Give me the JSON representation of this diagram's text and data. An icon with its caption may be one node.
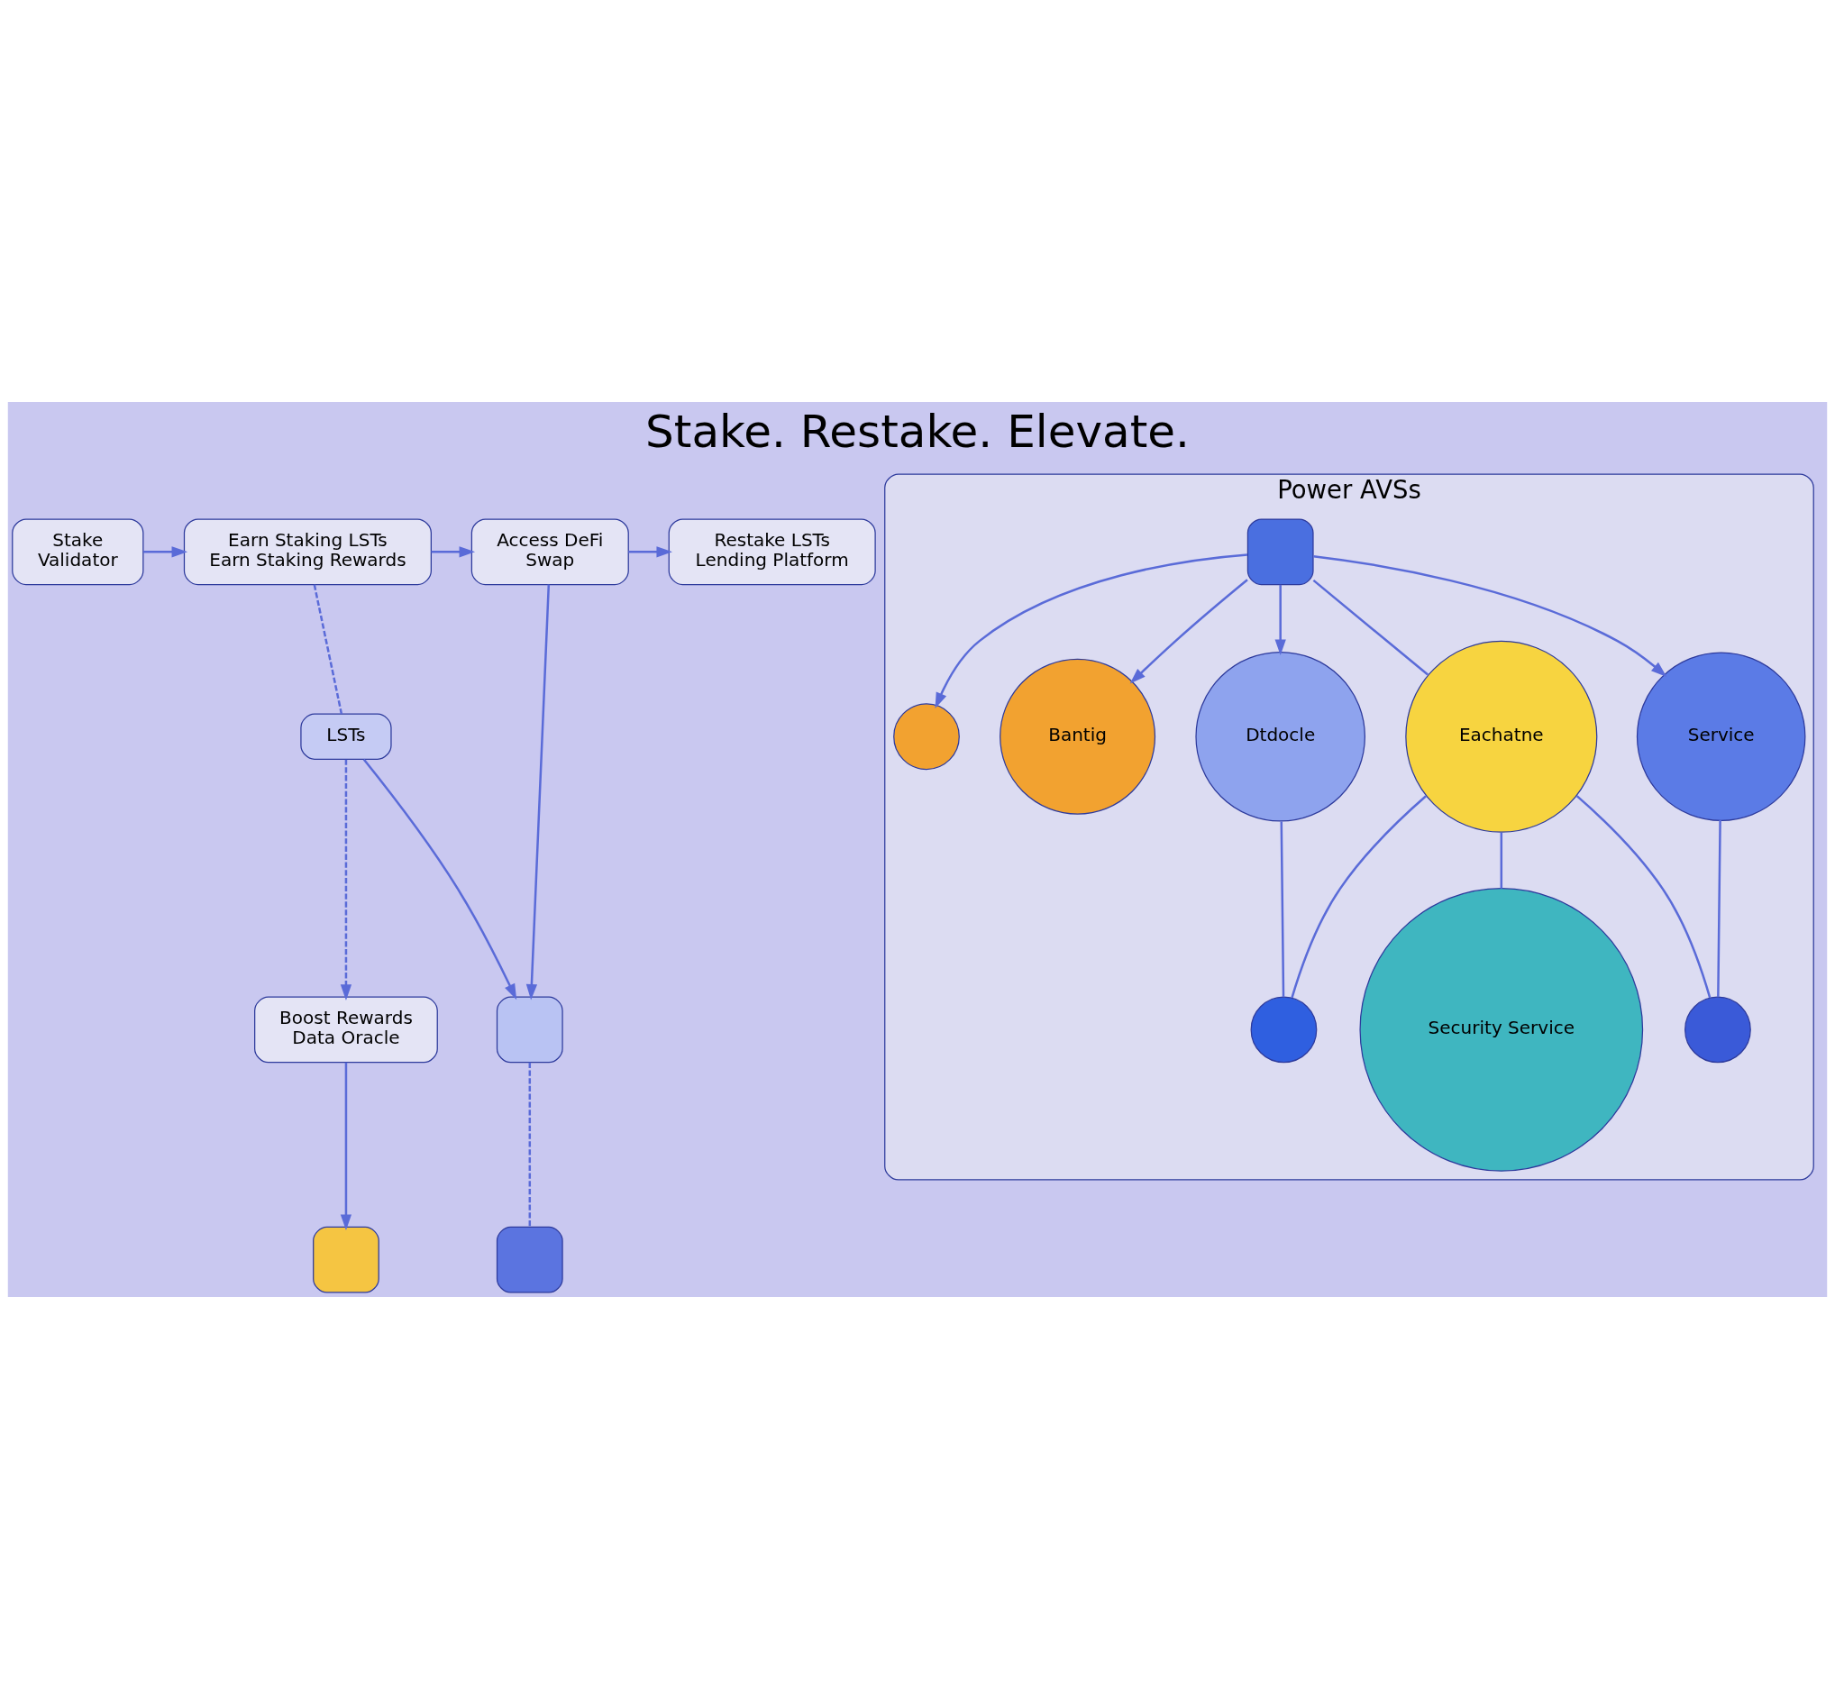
{
  "diagram": {
    "title": "Stake. Restake. Elevate.",
    "nodes": [
      {
        "text": [
          "Stake",
          "Validator"
        ]
      },
      {
        "text": [
          "Earn Staking LSTs",
          "Earn Staking Rewards"
        ]
      },
      {
        "text": [
          "Access DeFi",
          "Swap"
        ]
      },
      {
        "text": [
          "Restake LSTs",
          "Lending Platform"
        ]
      },
      {
        "text": [
          "LSTs"
        ]
      },
      {
        "text": [],
        "shape": "box"
      },
      {
        "text": [
          "Boost Rewards",
          "Data Oracle"
        ]
      },
      {
        "text": [],
        "shape": "box"
      },
      {
        "text": [],
        "shape": "box"
      },
      {
        "text": [
          "Power AVSs"
        ]
      },
      {
        "text": [],
        "shape": "box",
        "in": 9
      },
      {
        "text": [],
        "shape": "circle",
        "in": 9
      },
      {
        "text": [
          "Bantig"
        ],
        "in": 9
      },
      {
        "text": [
          "Dtdocle"
        ],
        "in": 9
      },
      {
        "text": [
          "Eachatne"
        ],
        "in": 9
      },
      {
        "text": [
          "Service"
        ],
        "in": 9
      },
      {
        "text": [],
        "shape": "circle",
        "in": 9
      },
      {
        "text": [
          "Security Service"
        ],
        "in": 9
      },
      {
        "text": [],
        "shape": "circle",
        "in": 9
      }
    ],
    "edges": [
      {
        "from": 0,
        "to": 1,
        "arrow": "to"
      },
      {
        "from": 1,
        "to": 2,
        "arrow": "to"
      },
      {
        "from": 2,
        "to": 3,
        "arrow": "to"
      },
      {
        "from": 1,
        "to": 4,
        "arrow": "none",
        "style": "dashed"
      },
      {
        "from": 4,
        "to": 6,
        "arrow": "to",
        "style": "dashed"
      },
      {
        "from": 2,
        "to": 5,
        "arrow": "to"
      },
      {
        "from": 4,
        "to": 5,
        "arrow": "to"
      },
      {
        "from": 5,
        "to": 8,
        "arrow": "none",
        "style": "dashed"
      },
      {
        "from": 6,
        "to": 7,
        "arrow": "to"
      },
      {
        "from": 10,
        "to": 11,
        "arrow": "to"
      },
      {
        "from": 10,
        "to": 12,
        "arrow": "to"
      },
      {
        "from": 10,
        "to": 13,
        "arrow": "to"
      },
      {
        "from": 10,
        "to": 14,
        "arrow": "none"
      },
      {
        "from": 10,
        "to": 15,
        "arrow": "to"
      },
      {
        "from": 13,
        "to": 16,
        "arrow": "none"
      },
      {
        "from": 14,
        "to": 16,
        "arrow": "none"
      },
      {
        "from": 14,
        "to": 17,
        "arrow": "none"
      },
      {
        "from": 14,
        "to": 18,
        "arrow": "none"
      },
      {
        "from": 15,
        "to": 18,
        "arrow": "none"
      }
    ]
  }
}
